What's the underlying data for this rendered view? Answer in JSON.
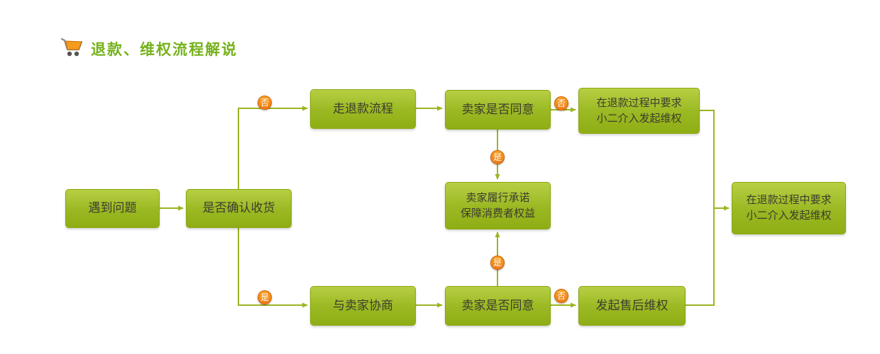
{
  "title": "退款、维权流程解说",
  "icons": {
    "header": "cart-icon"
  },
  "badges": {
    "no": "否",
    "yes": "是"
  },
  "nodes": {
    "problem": "遇到问题",
    "confirm_receipt": "是否确认收货",
    "refund_process": "走退款流程",
    "seller_agree_refund": "卖家是否同意",
    "request_xiaoer_refund": "在退款过程中要求\n小二介入发起维权",
    "seller_promise": "卖家履行承诺\n保障消费者权益",
    "negotiate_seller": "与卖家协商",
    "seller_agree_negotiate": "卖家是否同意",
    "aftersales_rights": "发起售后维权",
    "request_xiaoer_final": "在退款过程中要求\n小二介入发起维权"
  },
  "colors": {
    "title-green": "#76b21c",
    "box-top": "#b6cf43",
    "box-bottom": "#8fae15",
    "box-border": "#8aa70f",
    "arrow-green": "#9cb522",
    "badge-orange": "#ef7c17",
    "text-dark": "#3c3c2e"
  }
}
